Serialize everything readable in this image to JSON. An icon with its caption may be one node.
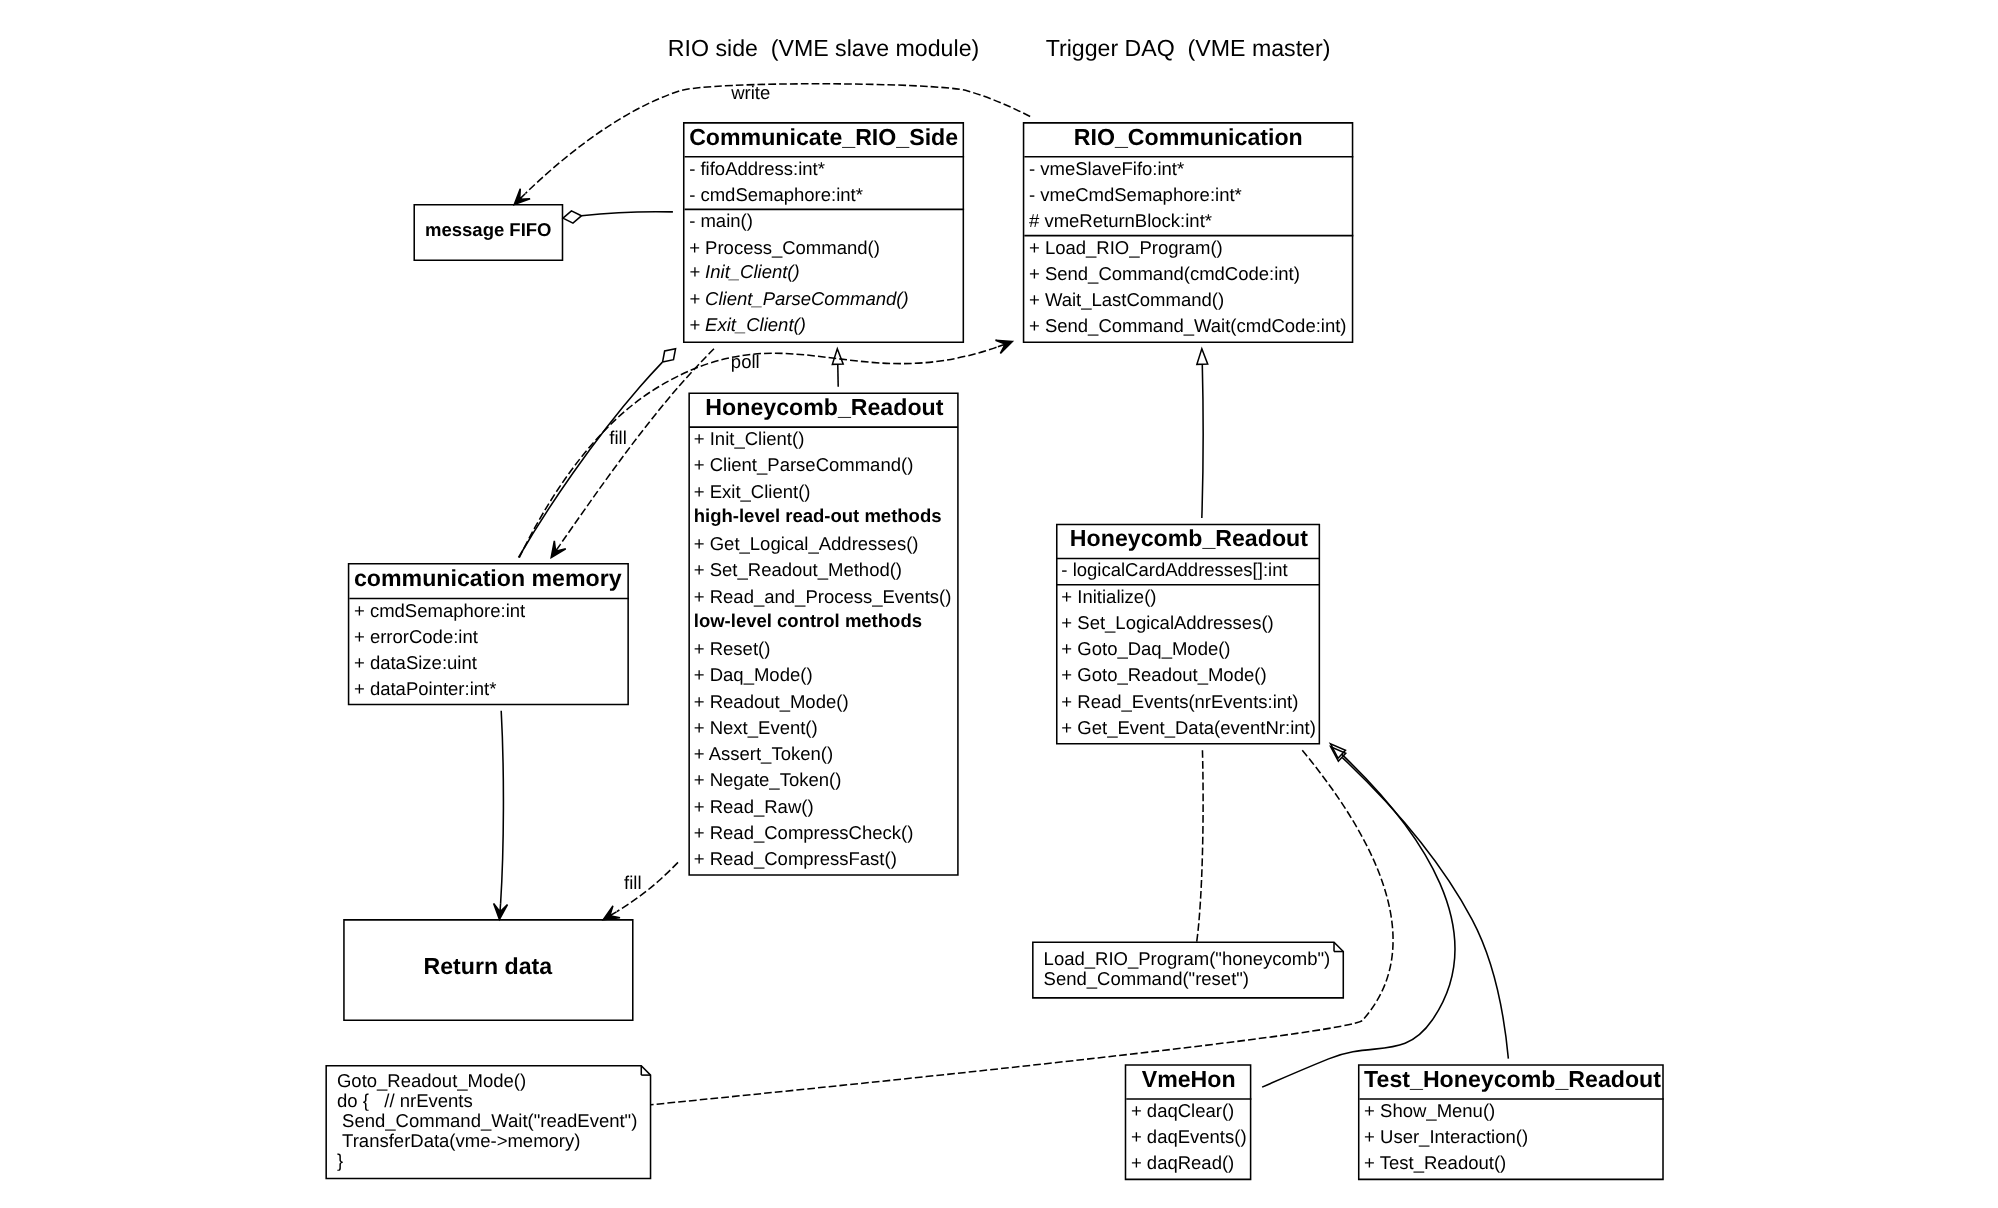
{
  "diagram": {
    "nodes": [
      {
        "text": [
          "RIO_Communication",
          "- vmeSlaveFifo:int*",
          "- vmeCmdSemaphore:int*",
          "# vmeReturnBlock:int*",
          "+ Load_RIO_Program()",
          "+ Send_Command(cmdCode:int)",
          "+ Wait_LastCommand()",
          "+ Send_Command_Wait(cmdCode:int)"
        ]
      },
      {
        "text": [
          "message FIFO"
        ]
      },
      {
        "text": [
          "Communicate_RIO_Side",
          "- fifoAddress:int*",
          "- cmdSemaphore:int*",
          "- main()",
          "+ Process_Command()",
          "+ Init_Client()",
          "+ Client_ParseCommand()",
          "+ Exit_Client()"
        ]
      },
      {
        "text": [
          "communication memory",
          "+ cmdSemaphore:int",
          "+ errorCode:int",
          "+ dataSize:uint",
          "+ dataPointer:int*"
        ]
      },
      {
        "text": [
          "Honeycomb_Readout",
          "- logicalCardAddresses[]:int",
          "+ Initialize()",
          "+ Set_LogicalAddresses()",
          "+ Goto_Daq_Mode()",
          "+ Goto_Readout_Mode()",
          "+ Read_Events(nrEvents:int)",
          "+ Get_Event_Data(eventNr:int)"
        ]
      },
      {
        "text": [
          "Return data"
        ]
      },
      {
        "text": [
          "Honeycomb_Readout",
          "+ Init_Client()",
          "+ Client_ParseCommand()",
          "+ Exit_Client()",
          "high-level read-out methods",
          "+ Get_Logical_Addresses()",
          "+ Set_Readout_Method()",
          "+ Read_and_Process_Events()",
          "low-level control methods",
          "+ Reset()",
          "+ Daq_Mode()",
          "+ Readout_Mode()",
          "+ Next_Event()",
          "+ Assert_Token()",
          "+ Negate_Token()",
          "+ Read_Raw()",
          "+ Read_CompressCheck()",
          "+ Read_CompressFast()"
        ]
      },
      {
        "text": [
          "Load_RIO_Program(\"honeycomb\")",
          "Send_Command(\"reset\")"
        ]
      },
      {
        "text": [
          "Goto_Readout_Mode()",
          "do {   // nrEvents",
          " Send_Command_Wait(\"readEvent\")",
          " TransferData(vme->memory)",
          "}"
        ]
      },
      {
        "text": [
          "VmeHon",
          "+ daqClear()",
          "+ daqEvents()",
          "+ daqRead()"
        ]
      },
      {
        "text": [
          "Test_Honeycomb_Readout",
          "+ Show_Menu()",
          "+ User_Interaction()",
          "+ Test_Readout()"
        ]
      }
    ],
    "edges": [
      {
        "from": 0,
        "to": 1,
        "arrow": "to",
        "label": "write",
        "style": "dashed"
      },
      {
        "from": 3,
        "to": 0,
        "arrow": "to",
        "label": "poll",
        "style": "dashed"
      },
      {
        "from": 1,
        "to": 2,
        "arrow": "other"
      },
      {
        "from": 2,
        "to": 3,
        "arrow": "other"
      },
      {
        "from": 2,
        "to": 3,
        "arrow": "to",
        "label": "fill",
        "style": "dashed"
      },
      {
        "from": 3,
        "to": 5,
        "arrow": "to"
      },
      {
        "from": 6,
        "to": 5,
        "arrow": "to",
        "label": "fill",
        "style": "dashed"
      },
      {
        "from": 4,
        "to": 0,
        "arrow": "to"
      },
      {
        "from": 6,
        "to": 2,
        "arrow": "to"
      },
      {
        "from": 9,
        "to": 4,
        "arrow": "to"
      },
      {
        "from": 10,
        "to": 4,
        "arrow": "to"
      },
      {
        "from": 4,
        "to": 7,
        "arrow": "none",
        "style": "dashed"
      },
      {
        "from": 4,
        "to": 8,
        "arrow": "none",
        "style": "dashed"
      }
    ],
    "labels": [
      "Trigger DAQ  (VME master)",
      "RIO side  (VME slave module)"
    ]
  }
}
